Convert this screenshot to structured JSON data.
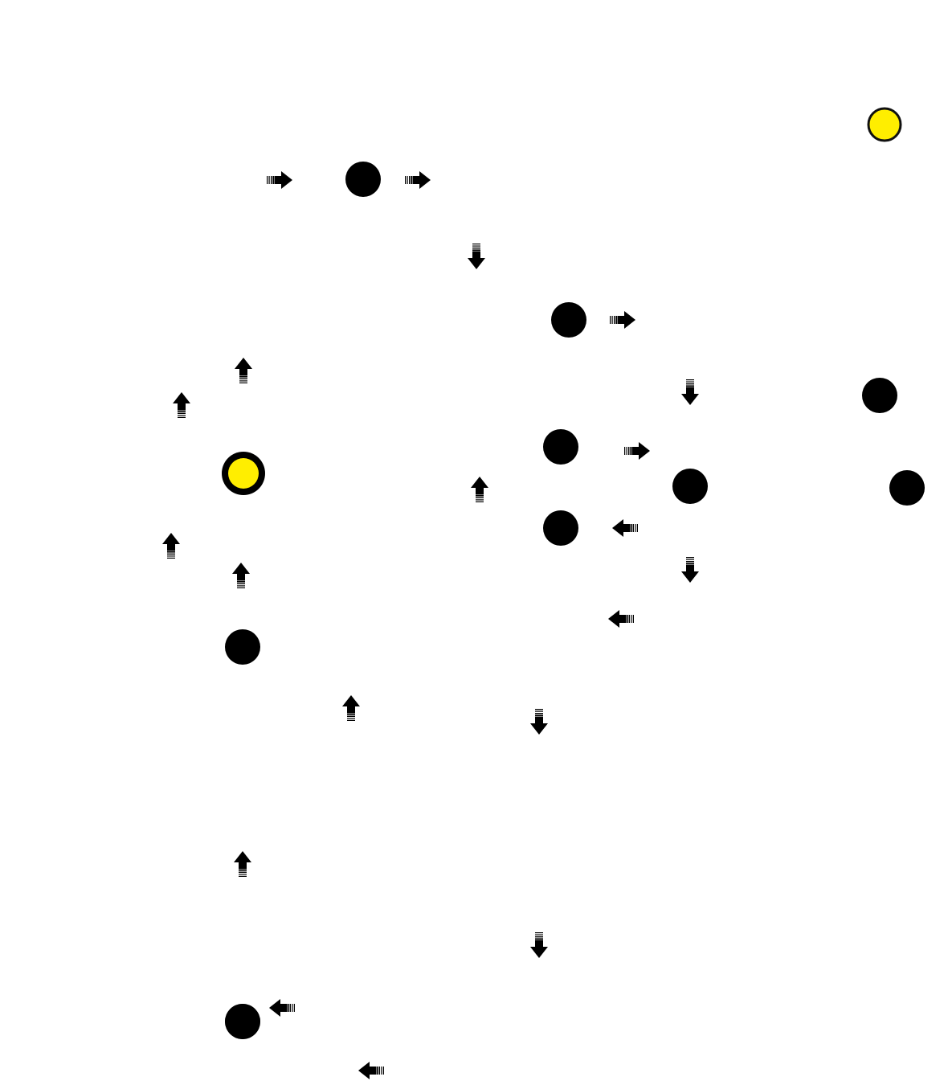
{
  "colors": {
    "background": "#ffffff",
    "token": "#000000",
    "highlight": "#ffee00",
    "outline": "#111111"
  },
  "icons": {
    "token": "black-circle-token",
    "highlight": "yellow-circle-token",
    "arrow": "striped-arrow-icon"
  },
  "board": {
    "tokens": [
      {
        "kind": "black",
        "id": "token-1"
      },
      {
        "kind": "black",
        "id": "token-2"
      },
      {
        "kind": "black",
        "id": "token-3"
      },
      {
        "kind": "black",
        "id": "token-4"
      },
      {
        "kind": "black",
        "id": "token-5"
      },
      {
        "kind": "black",
        "id": "token-6"
      },
      {
        "kind": "black",
        "id": "token-7"
      },
      {
        "kind": "black",
        "id": "token-8"
      },
      {
        "kind": "black",
        "id": "token-9"
      },
      {
        "kind": "black",
        "id": "token-10"
      },
      {
        "kind": "yellow",
        "id": "token-goal"
      },
      {
        "kind": "yellow-selected",
        "id": "token-player"
      }
    ],
    "arrows": [
      {
        "direction": "right"
      },
      {
        "direction": "right"
      },
      {
        "direction": "down"
      },
      {
        "direction": "right"
      },
      {
        "direction": "up"
      },
      {
        "direction": "up"
      },
      {
        "direction": "down"
      },
      {
        "direction": "right"
      },
      {
        "direction": "up"
      },
      {
        "direction": "left"
      },
      {
        "direction": "up"
      },
      {
        "direction": "up"
      },
      {
        "direction": "down"
      },
      {
        "direction": "left"
      },
      {
        "direction": "up"
      },
      {
        "direction": "down"
      },
      {
        "direction": "up"
      },
      {
        "direction": "down"
      },
      {
        "direction": "left"
      },
      {
        "direction": "left"
      }
    ]
  }
}
